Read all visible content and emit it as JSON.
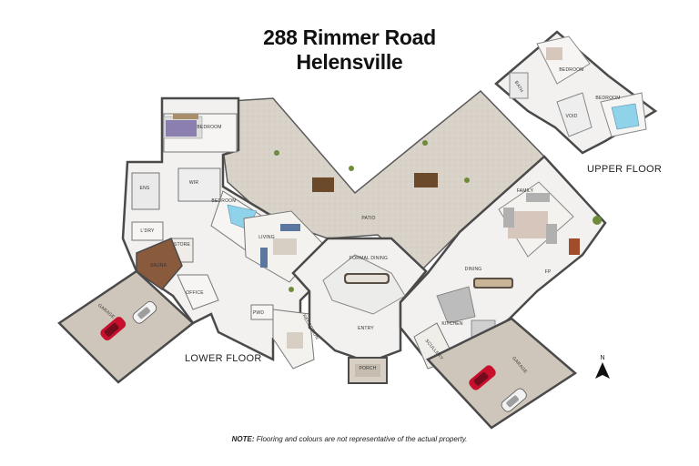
{
  "header": {
    "line1": "288 Rimmer Road",
    "line2": "Helensville"
  },
  "floors": {
    "upper": "UPPER FLOOR",
    "lower": "LOWER FLOOR"
  },
  "rooms": {
    "bedroom_main": "BEDROOM",
    "ens": "ENS",
    "wir": "WIR",
    "bedroom_2": "BEDROOM",
    "ldry": "L'DRY",
    "store": "STORE",
    "sauna": "SAUNA",
    "office": "OFFICE",
    "garage_left": "GARAGE",
    "living": "LIVING",
    "patio": "PATIO",
    "formal_dining": "FORMAL DINING",
    "pwd": "PWD",
    "reception": "RECEPTION",
    "entry": "ENTRY",
    "porch": "PORCH",
    "family": "FAMILY",
    "dining": "DINING",
    "fp": "FP",
    "kitchen": "KITCHEN",
    "scullery": "SCULLERY",
    "garage_right": "GARAGE",
    "upper_bath": "BATH",
    "upper_bedroom_1": "BEDROOM",
    "upper_bedroom_2": "BEDROOM",
    "upper_void": "VOID"
  },
  "compass": {
    "label": "N"
  },
  "note": {
    "prefix": "NOTE:",
    "text": "Flooring and colours are not representative of the actual property."
  },
  "colors": {
    "patio": "#d9d2c8",
    "floor": "#f2f1ef",
    "garage": "#cfc6bb",
    "sauna": "#8a5a3c",
    "wall": "#4a4a4a",
    "car": "#c8102e",
    "pool_blue": "#8fd3ea"
  }
}
